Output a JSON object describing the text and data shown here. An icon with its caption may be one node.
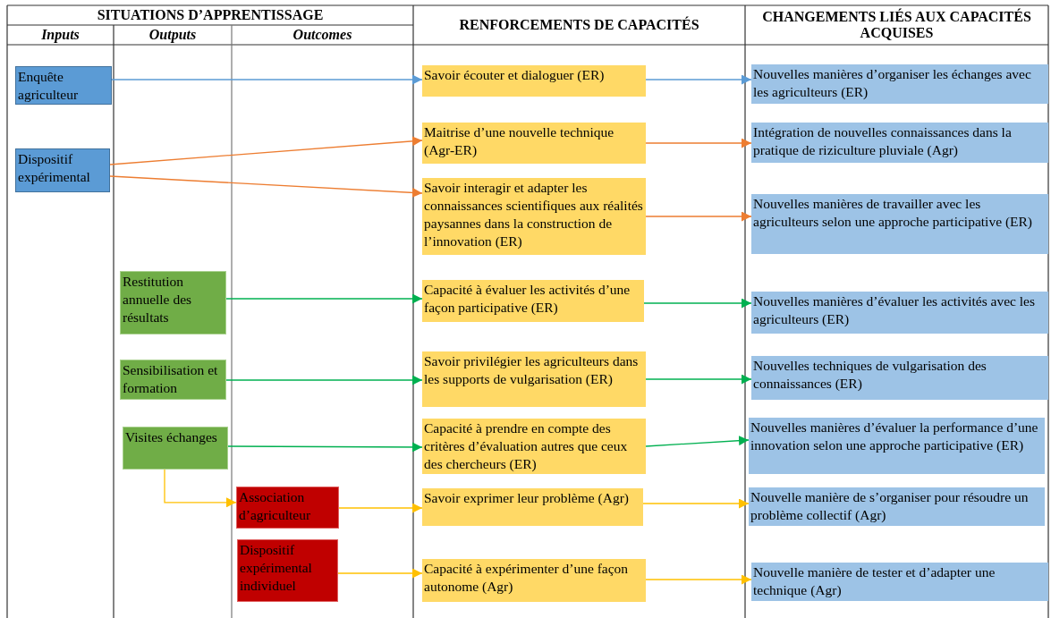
{
  "diagram": {
    "nodes": [
      {
        "text": [
          "Enquête agriculteur"
        ]
      },
      {
        "text": [
          "Savoir écouter et dialoguer (ER)"
        ]
      },
      {
        "text": [
          "Nouvelles manières d’organiser les échanges avec les agriculteurs (ER)"
        ]
      },
      {
        "text": [
          "Dispositif expérimental"
        ]
      },
      {
        "text": [
          "Maitrise d’une nouvelle technique (Agr-ER)"
        ]
      },
      {
        "text": [
          "Intégration de nouvelles connaissances dans la pratique de riziculture pluviale (Agr)"
        ]
      },
      {
        "text": [
          "Savoir interagir et adapter les connaissances scientifiques aux réalités paysannes dans la construction de l’innovation (ER)"
        ]
      },
      {
        "text": [
          "Nouvelles manières de travailler avec les agriculteurs selon une approche participative (ER)"
        ]
      },
      {
        "text": [
          "Restitution annuelle des résultats"
        ]
      },
      {
        "text": [
          "Capacité à évaluer les activités d’une façon participative (ER)"
        ]
      },
      {
        "text": [
          "Nouvelles manières d’évaluer les activités avec les agriculteurs (ER)"
        ]
      },
      {
        "text": [
          "Sensibilisation et formation"
        ]
      },
      {
        "text": [
          "Savoir privilégier les agriculteurs dans les supports de vulgarisation (ER)"
        ]
      },
      {
        "text": [
          "Nouvelles techniques de vulgarisation des connaissances (ER)"
        ]
      },
      {
        "text": [
          "Visites échanges"
        ]
      },
      {
        "text": [
          "Capacité à prendre en compte des critères d’évaluation autres que ceux des chercheurs (ER)"
        ]
      },
      {
        "text": [
          "Nouvelles manières d’évaluer la performance d’une innovation selon une approche participative (ER)"
        ]
      },
      {
        "text": [
          "Association d’agriculteur"
        ]
      },
      {
        "text": [
          "Savoir exprimer leur problème (Agr)"
        ]
      },
      {
        "text": [
          "Nouvelle manière de s’organiser pour résoudre un problème collectif (Agr)"
        ]
      },
      {
        "text": [
          "Dispositif expérimental individuel"
        ]
      },
      {
        "text": [
          "Capacité à expérimenter d’une façon autonome (Agr)"
        ]
      },
      {
        "text": [
          "Nouvelle manière de tester et d’adapter une technique (Agr)"
        ]
      }
    ],
    "edges": [
      {
        "from": 0,
        "to": 1,
        "arrow": "to",
        "color": "#5b9bd5"
      },
      {
        "from": 1,
        "to": 2,
        "arrow": "to",
        "color": "#5b9bd5"
      },
      {
        "from": 3,
        "to": 4,
        "arrow": "to",
        "color": "#ed7d31"
      },
      {
        "from": 3,
        "to": 6,
        "arrow": "to",
        "color": "#ed7d31"
      },
      {
        "from": 4,
        "to": 5,
        "arrow": "to",
        "color": "#ed7d31"
      },
      {
        "from": 6,
        "to": 7,
        "arrow": "to",
        "color": "#ed7d31"
      },
      {
        "from": 8,
        "to": 9,
        "arrow": "to",
        "color": "#00b050"
      },
      {
        "from": 9,
        "to": 10,
        "arrow": "to",
        "color": "#00b050"
      },
      {
        "from": 11,
        "to": 12,
        "arrow": "to",
        "color": "#00b050"
      },
      {
        "from": 12,
        "to": 13,
        "arrow": "to",
        "color": "#00b050"
      },
      {
        "from": 14,
        "to": 15,
        "arrow": "to",
        "color": "#00b050"
      },
      {
        "from": 15,
        "to": 16,
        "arrow": "to",
        "color": "#00b050"
      },
      {
        "from": 14,
        "to": 17,
        "arrow": "to",
        "color": "#ffc000"
      },
      {
        "from": 17,
        "to": 18,
        "arrow": "to",
        "color": "#ffc000"
      },
      {
        "from": 18,
        "to": 19,
        "arrow": "to",
        "color": "#ffc000"
      },
      {
        "from": 20,
        "to": 21,
        "arrow": "to",
        "color": "#ffc000"
      },
      {
        "from": 21,
        "to": 22,
        "arrow": "to",
        "color": "#ffc000"
      }
    ],
    "labels": [
      "SITUATIONS D’APPRENTISSAGE",
      "RENFORCEMENTS DE CAPACITÉS",
      "CHANGEMENTS LIÉS AUX CAPACITÉS ACQUISES",
      "Inputs",
      "Outputs",
      "Outcomes"
    ]
  }
}
